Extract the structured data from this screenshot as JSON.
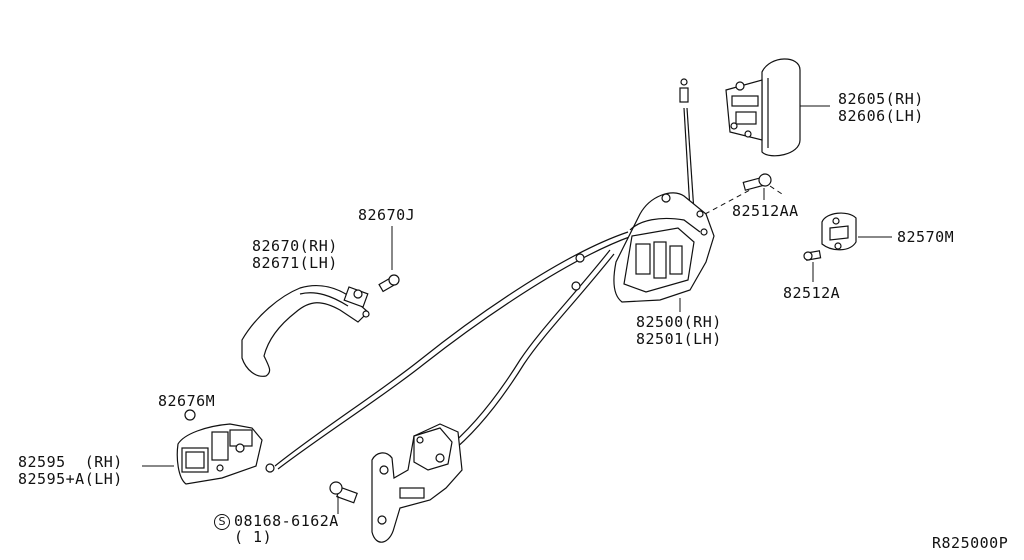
{
  "diagram": {
    "labels": {
      "p82605": "82605(RH)",
      "p82606": "82606(LH)",
      "p82512AA": "82512AA",
      "p82570M": "82570M",
      "p82512A": "82512A",
      "p82500": "82500(RH)",
      "p82501": "82501(LH)",
      "p82670J": "82670J",
      "p82670": "82670(RH)",
      "p82671": "82671(LH)",
      "p82676M": "82676M",
      "p82595": "82595  (RH)",
      "p82595A": "82595+A(LH)",
      "p08168": "08168-6162A",
      "qty": "( 1)",
      "s_symbol": "S",
      "ref_code": "R825000P"
    }
  }
}
